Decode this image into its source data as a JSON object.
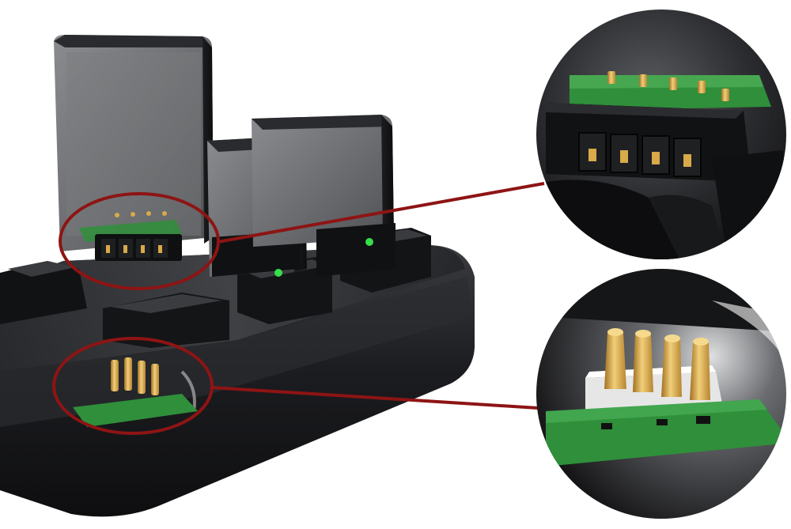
{
  "image": {
    "subject": "battery-charging-dock-with-contact-pin-detail",
    "colors": {
      "background": "#ffffff",
      "dock_body": "#1b1c1e",
      "dock_highlight": "#3c3e42",
      "battery_face": "#6d6f72",
      "battery_edge": "#151617",
      "callout_ring": "#8e1414",
      "pin_gold": "#d9a94a",
      "pcb_green": "#2f8f3a",
      "led_green": "#35e04a"
    },
    "callouts": [
      {
        "name": "top-connector-detail",
        "depicts": "battery-contact-header"
      },
      {
        "name": "bottom-pin-detail",
        "depicts": "spring-pogo-pins"
      }
    ]
  }
}
